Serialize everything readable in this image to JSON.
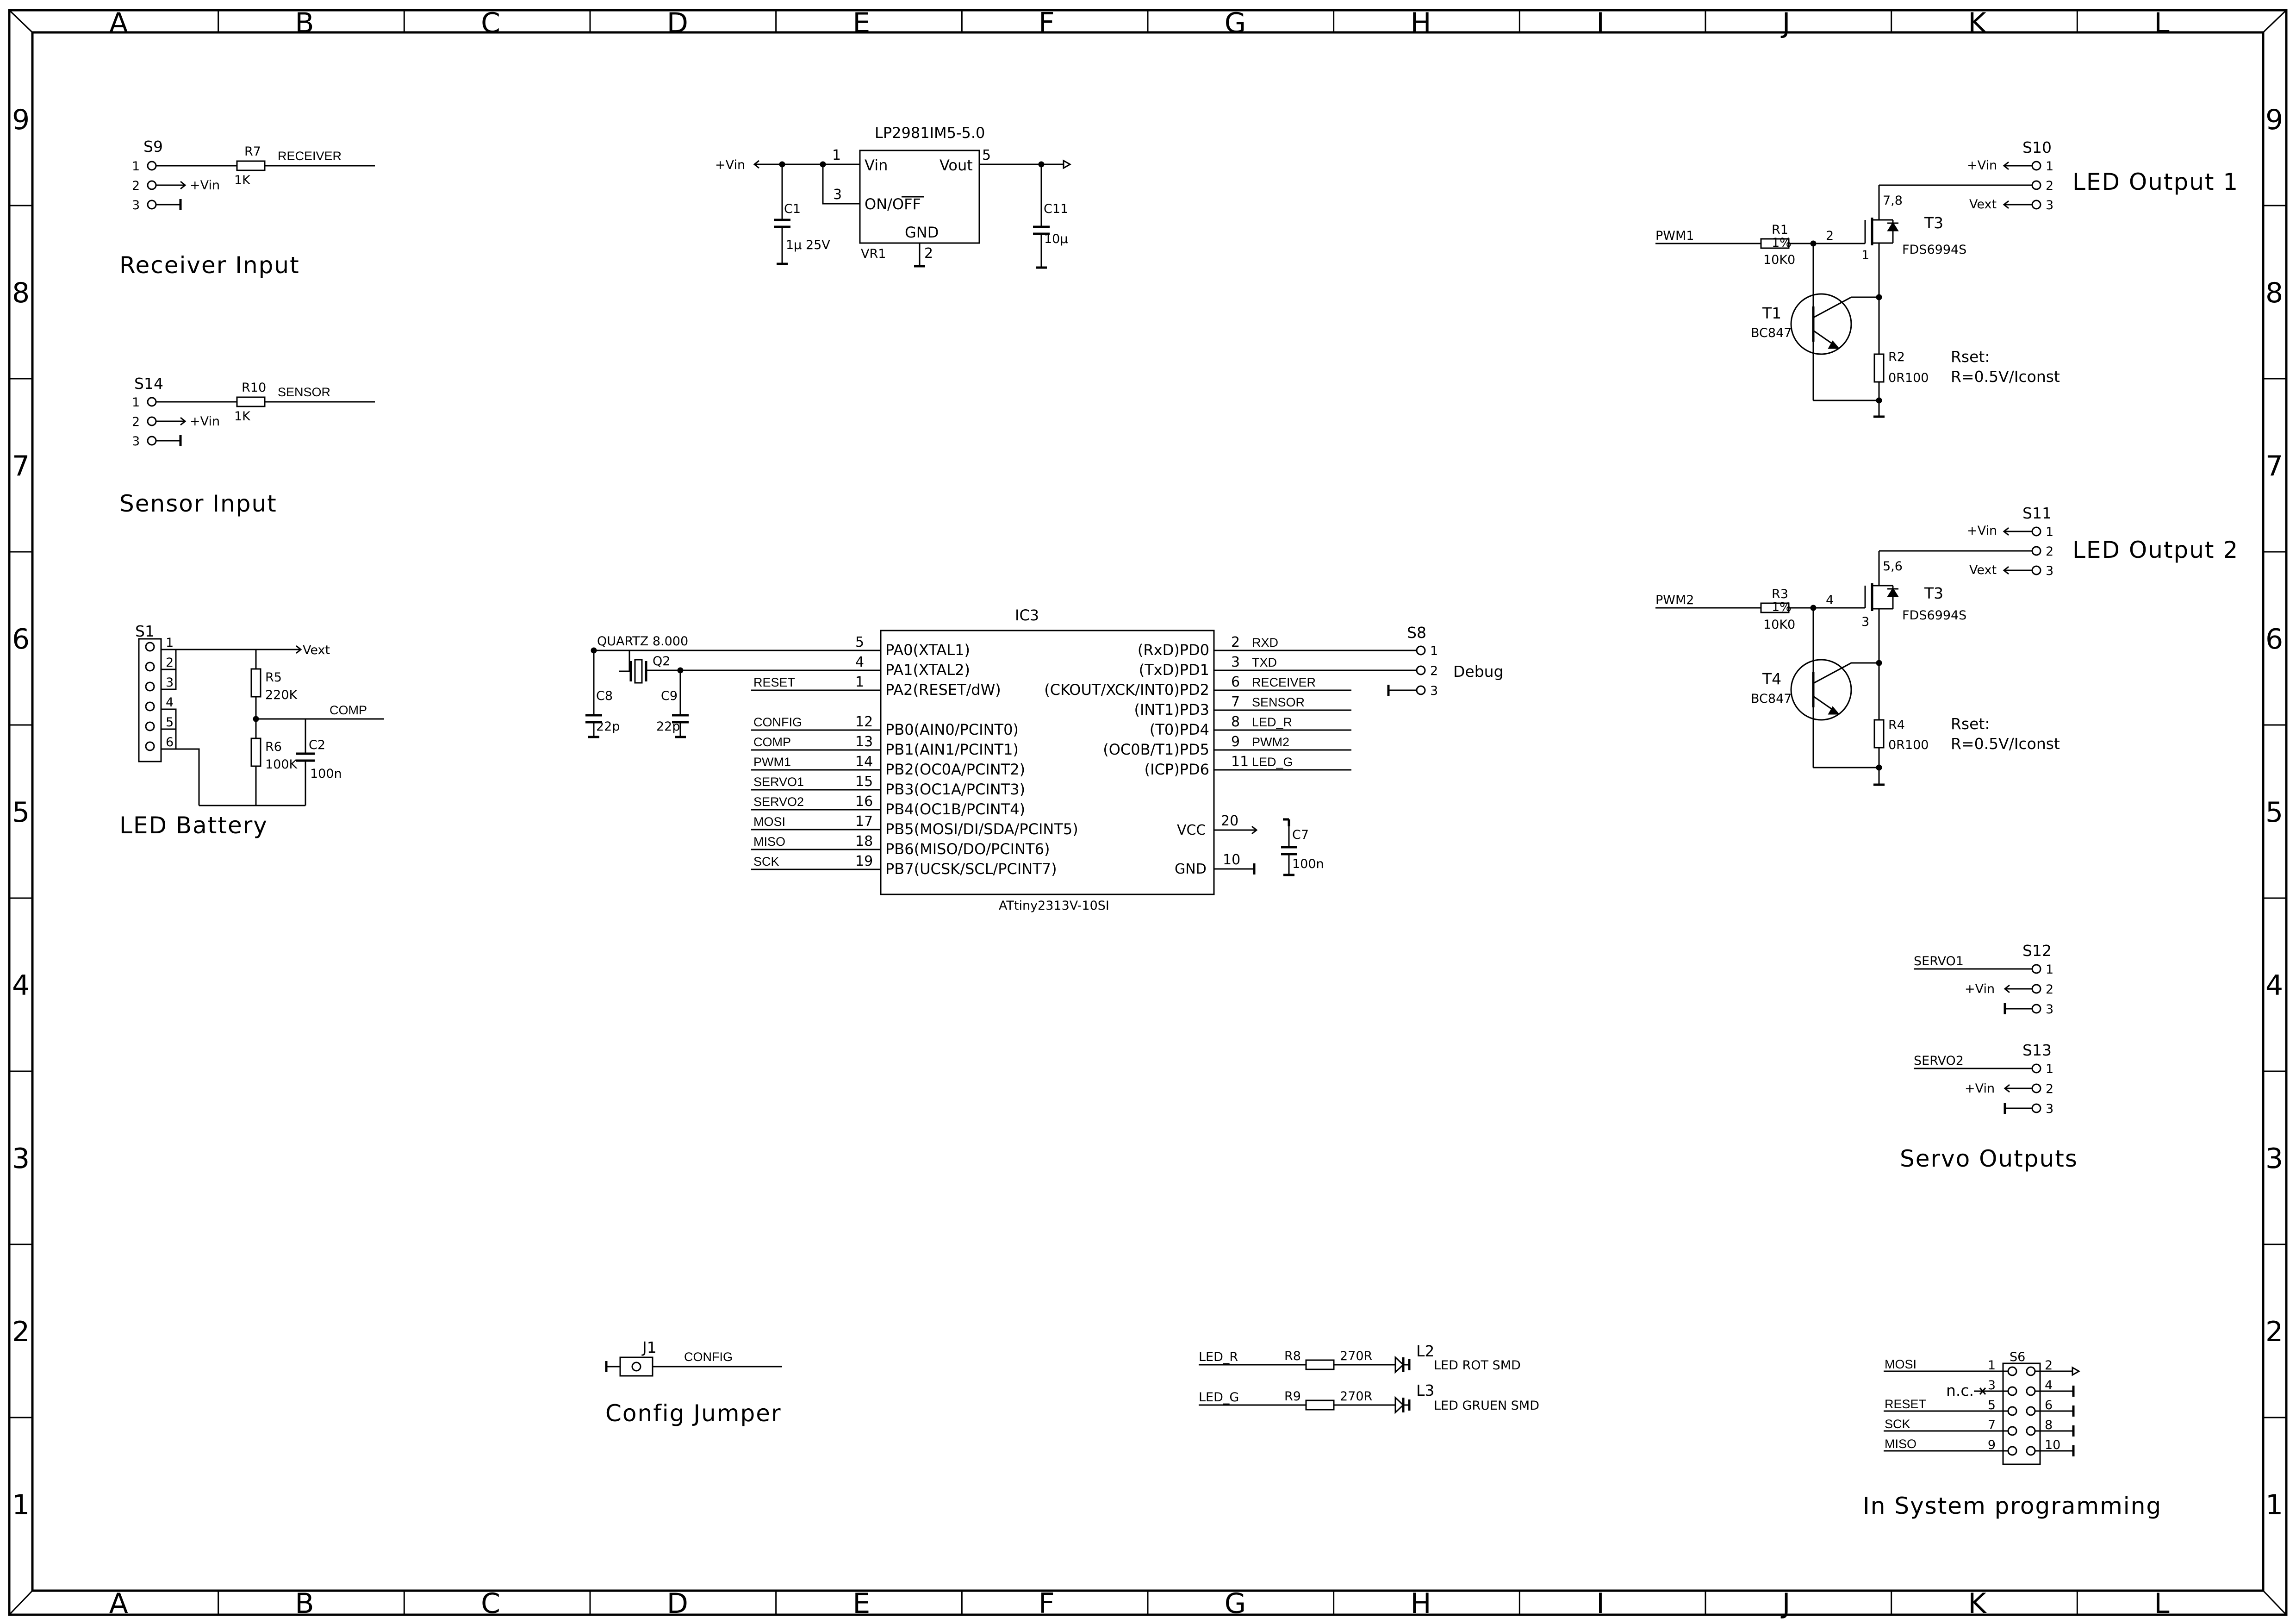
{
  "grid": {
    "columns": [
      "A",
      "B",
      "C",
      "D",
      "E",
      "F",
      "G",
      "H",
      "I",
      "J",
      "K",
      "L"
    ],
    "rows": [
      "9",
      "8",
      "7",
      "6",
      "5",
      "4",
      "3",
      "2",
      "1"
    ]
  },
  "titles": {
    "receiver_input": "Receiver Input",
    "sensor_input": "Sensor Input",
    "led_battery": "LED Battery",
    "config_jumper": "Config Jumper",
    "led_output_1": "LED Output 1",
    "led_output_2": "LED Output 2",
    "servo_outputs": "Servo Outputs",
    "isp": "In System programming"
  },
  "receiver": {
    "connector": "S9",
    "pins": [
      "1",
      "2",
      "3"
    ],
    "resistor": "R7",
    "resistor_value": "1K",
    "net": "RECEIVER",
    "vin": "+Vin"
  },
  "sensor": {
    "connector": "S14",
    "pins": [
      "1",
      "2",
      "3"
    ],
    "resistor": "R10",
    "resistor_value": "1K",
    "net": "SENSOR",
    "vin": "+Vin"
  },
  "battery": {
    "connector": "S1",
    "pins": [
      "1",
      "2",
      "3",
      "4",
      "5",
      "6"
    ],
    "vext": "Vext",
    "r5": "R5",
    "r5_value": "220K",
    "r6": "R6",
    "r6_value": "100K",
    "c2": "C2",
    "c2_value": "100n",
    "net": "COMP"
  },
  "regulator": {
    "part": "LP2981IM5-5.0",
    "ref": "VR1",
    "vin_label": "Vin",
    "vout_label": "Vout",
    "onoff_label": "ON/OFF",
    "gnd_label": "GND",
    "pin_vin": "1",
    "pin_on": "3",
    "pin_out": "5",
    "pin_gnd": "2",
    "vin_net": "+Vin",
    "c1": "C1",
    "c1_value": "1µ 25V",
    "c11": "C11",
    "c11_value": "10µ"
  },
  "mcu": {
    "ref": "IC3",
    "part": "ATtiny2313V-10SI",
    "quartz": "QUARTZ 8.000",
    "q2": "Q2",
    "c8": "C8",
    "c8_value": "22p",
    "c9": "C9",
    "c9_value": "22p",
    "c7": "C7",
    "c7_value": "100n",
    "left_pins": [
      {
        "num": "5",
        "name": "PA0(XTAL1)",
        "net": ""
      },
      {
        "num": "4",
        "name": "PA1(XTAL2)",
        "net": ""
      },
      {
        "num": "1",
        "name": "PA2(RESET/dW)",
        "net": "RESET"
      },
      {
        "num": "12",
        "name": "PB0(AIN0/PCINT0)",
        "net": "CONFIG"
      },
      {
        "num": "13",
        "name": "PB1(AIN1/PCINT1)",
        "net": "COMP"
      },
      {
        "num": "14",
        "name": "PB2(OC0A/PCINT2)",
        "net": "PWM1"
      },
      {
        "num": "15",
        "name": "PB3(OC1A/PCINT3)",
        "net": "SERVO1"
      },
      {
        "num": "16",
        "name": "PB4(OC1B/PCINT4)",
        "net": "SERVO2"
      },
      {
        "num": "17",
        "name": "PB5(MOSI/DI/SDA/PCINT5)",
        "net": "MOSI"
      },
      {
        "num": "18",
        "name": "PB6(MISO/DO/PCINT6)",
        "net": "MISO"
      },
      {
        "num": "19",
        "name": "PB7(UCSK/SCL/PCINT7)",
        "net": "SCK"
      }
    ],
    "right_pins": [
      {
        "num": "2",
        "name": "(RxD)PD0",
        "net": "RXD"
      },
      {
        "num": "3",
        "name": "(TxD)PD1",
        "net": "TXD"
      },
      {
        "num": "6",
        "name": "(CKOUT/XCK/INT0)PD2",
        "net": "RECEIVER"
      },
      {
        "num": "7",
        "name": "(INT1)PD3",
        "net": "SENSOR"
      },
      {
        "num": "8",
        "name": "(T0)PD4",
        "net": "LED_R"
      },
      {
        "num": "9",
        "name": "(OC0B/T1)PD5",
        "net": "PWM2"
      },
      {
        "num": "11",
        "name": "(ICP)PD6",
        "net": "LED_G"
      }
    ],
    "vcc": {
      "num": "20",
      "name": "VCC"
    },
    "gnd": {
      "num": "10",
      "name": "GND"
    }
  },
  "debug": {
    "connector": "S8",
    "pins": [
      "1",
      "2",
      "3"
    ],
    "label": "Debug"
  },
  "out1": {
    "connector": "S10",
    "pins": [
      "1",
      "2",
      "3"
    ],
    "vin": "+Vin",
    "vext": "Vext",
    "net": "PWM1",
    "r1": "R1",
    "r1_tol": "1%",
    "r1_value": "10K0",
    "gate_pin": "2",
    "drain_pins": "7,8",
    "source_pin": "1",
    "fet": "T3",
    "fet_part": "FDS6994S",
    "bjt": "T1",
    "bjt_part": "BC847",
    "rs": "R2",
    "rs_value": "0R100",
    "rset": "Rset:",
    "rset_formula": "R=0.5V/Iconst"
  },
  "out2": {
    "connector": "S11",
    "pins": [
      "1",
      "2",
      "3"
    ],
    "vin": "+Vin",
    "vext": "Vext",
    "net": "PWM2",
    "r1": "R3",
    "r1_tol": "1%",
    "r1_value": "10K0",
    "gate_pin": "4",
    "drain_pins": "5,6",
    "source_pin": "3",
    "fet": "T3",
    "fet_part": "FDS6994S",
    "bjt": "T4",
    "bjt_part": "BC847",
    "rs": "R4",
    "rs_value": "0R100",
    "rset": "Rset:",
    "rset_formula": "R=0.5V/Iconst"
  },
  "servo1": {
    "connector": "S12",
    "net": "SERVO1",
    "pins": [
      "1",
      "2",
      "3"
    ],
    "vin": "+Vin"
  },
  "servo2": {
    "connector": "S13",
    "net": "SERVO2",
    "pins": [
      "1",
      "2",
      "3"
    ],
    "vin": "+Vin"
  },
  "jumper": {
    "ref": "J1",
    "net": "CONFIG"
  },
  "leds": [
    {
      "net": "LED_R",
      "res": "R8",
      "value": "270R",
      "ref": "L2",
      "desc": "LED ROT SMD"
    },
    {
      "net": "LED_G",
      "res": "R9",
      "value": "270R",
      "ref": "L3",
      "desc": "LED GRUEN SMD"
    }
  ],
  "isp_conn": {
    "ref": "S6",
    "left": [
      {
        "net": "MOSI",
        "pin": "1"
      },
      {
        "net": "n.c.",
        "pin": "3"
      },
      {
        "net": "RESET",
        "pin": "5"
      },
      {
        "net": "SCK",
        "pin": "7"
      },
      {
        "net": "MISO",
        "pin": "9"
      }
    ],
    "right": [
      "2",
      "4",
      "6",
      "8",
      "10"
    ]
  }
}
